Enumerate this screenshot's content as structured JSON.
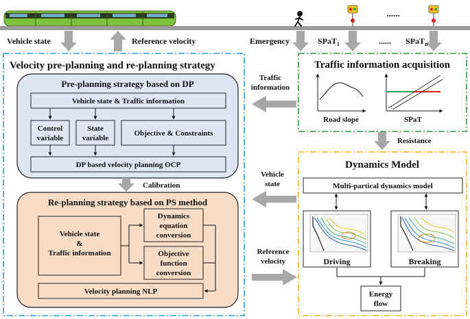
{
  "top": {
    "vehicle_state": "Vehicle state",
    "reference_velocity": "Reference velocity",
    "emergency": "Emergency",
    "spat_1": "SPaT",
    "spat_1_sub": "1",
    "ellipsis": "......",
    "spat_n": "SPaT",
    "spat_n_sub": "n"
  },
  "strategy": {
    "title": "Velocity pre-planning and re-planning strategy",
    "dp": {
      "title": "Pre-planning strategy based on DP",
      "vehicle_traffic": "Vehicle state & Traffic information",
      "control_line1": "Control",
      "control_line2": "variable",
      "state_line1": "State",
      "state_line2": "variable",
      "objective": "Objective & Constraints",
      "ocp": "DP based velocity planning OCP"
    },
    "calibration": "Calibration",
    "ps": {
      "title": "Re-planning strategy based on PS method",
      "vs_line1": "Vehicle state",
      "vs_line2": "&",
      "vs_line3": "Traffic information",
      "dyn_line1": "Dynamics",
      "dyn_line2": "equation",
      "dyn_line3": "conversion",
      "obj_line1": "Objective",
      "obj_line2": "function",
      "obj_line3": "conversion",
      "nlp": "Velocity planning NLP"
    }
  },
  "flow_labels": {
    "traffic_info_line1": "Traffic",
    "traffic_info_line2": "information",
    "vehicle_state_line1": "Vehicle",
    "vehicle_state_line2": "state",
    "reference_velocity_line1": "Reference",
    "reference_velocity_line2": "velocity",
    "resistance": "Resistance"
  },
  "traffic": {
    "title": "Traffic information acquisition",
    "road_slope": "Road slope",
    "spat": "SPaT"
  },
  "dynamics": {
    "title": "Dynamics Model",
    "multi": "Multi-partical dynamics model",
    "driving": "Driving",
    "breaking": "Breaking",
    "energy_line1": "Energy",
    "energy_line2": "flow"
  },
  "colors": {
    "strategy_border": "#2b9fd9",
    "traffic_border": "#2e9a3e",
    "dynamics_border": "#f0b323",
    "dp_fill": "#dde7f4",
    "ps_fill": "#f8dcc6",
    "arrow_gray": "#a7a7a7",
    "track_gray": "#9a9a9a",
    "train_green": "#7ec23c",
    "spat_red": "#d81e1e",
    "spat_green": "#2aa84a"
  }
}
